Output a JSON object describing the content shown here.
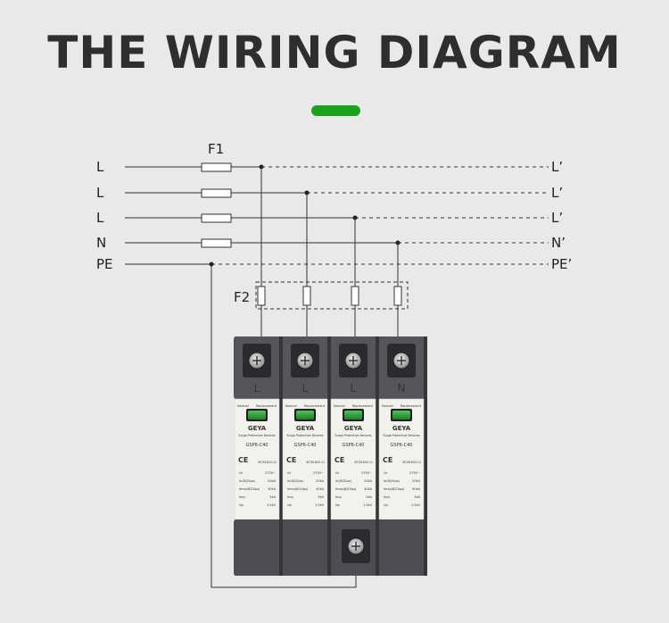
{
  "title": "THE WIRING DIAGRAM",
  "fuses": {
    "f1": "F1",
    "f2": "F2"
  },
  "lines": [
    {
      "in": "L",
      "out": "L’"
    },
    {
      "in": "L",
      "out": "L’"
    },
    {
      "in": "L",
      "out": "L’"
    },
    {
      "in": "N",
      "out": "N’"
    },
    {
      "in": "PE",
      "out": "PE’"
    }
  ],
  "modules": [
    {
      "terminal": "L",
      "brand": "GEYA",
      "subtitle": "Surge Protective Devices",
      "model": "GSP6-C40",
      "standard": "IEC61643-11",
      "uc": "275V~",
      "in_value": "20kA",
      "imax_value": "40kA",
      "imp_value": "5kA",
      "up_value": "1.5kV"
    },
    {
      "terminal": "L",
      "brand": "GEYA",
      "subtitle": "Surge Protective Devices",
      "model": "GSP6-C40",
      "standard": "IEC61643-11",
      "uc": "275V~",
      "in_value": "20kA",
      "imax_value": "40kA",
      "imp_value": "5kA",
      "up_value": "1.5kV"
    },
    {
      "terminal": "L",
      "brand": "GEYA",
      "subtitle": "Surge Protective Devices",
      "model": "GSP6-C40",
      "standard": "IEC61643-11",
      "uc": "275V~",
      "in_value": "20kA",
      "imax_value": "40kA",
      "imp_value": "5kA",
      "up_value": "1.5kV"
    },
    {
      "terminal": "N",
      "brand": "GEYA",
      "subtitle": "Surge Protective Devices",
      "model": "GSP6-C40",
      "standard": "IEC61643-11",
      "uc": "275V~",
      "in_value": "20kA",
      "imax_value": "40kA",
      "imp_value": "5kA",
      "up_value": "1.5kV"
    }
  ],
  "spec_labels": {
    "uc": "Uc",
    "in": "In(8/20μs)",
    "imax": "Imax(8/20μs)",
    "imp": "Imp",
    "up": "Up"
  },
  "status_labels": {
    "left": "Normal",
    "right": "Replacement"
  },
  "ce_mark": "CE",
  "colors": {
    "accent": "#1aa31a",
    "window": "#2f9e3a",
    "housing": "#4a4b50",
    "body": "#f2f1ec"
  }
}
